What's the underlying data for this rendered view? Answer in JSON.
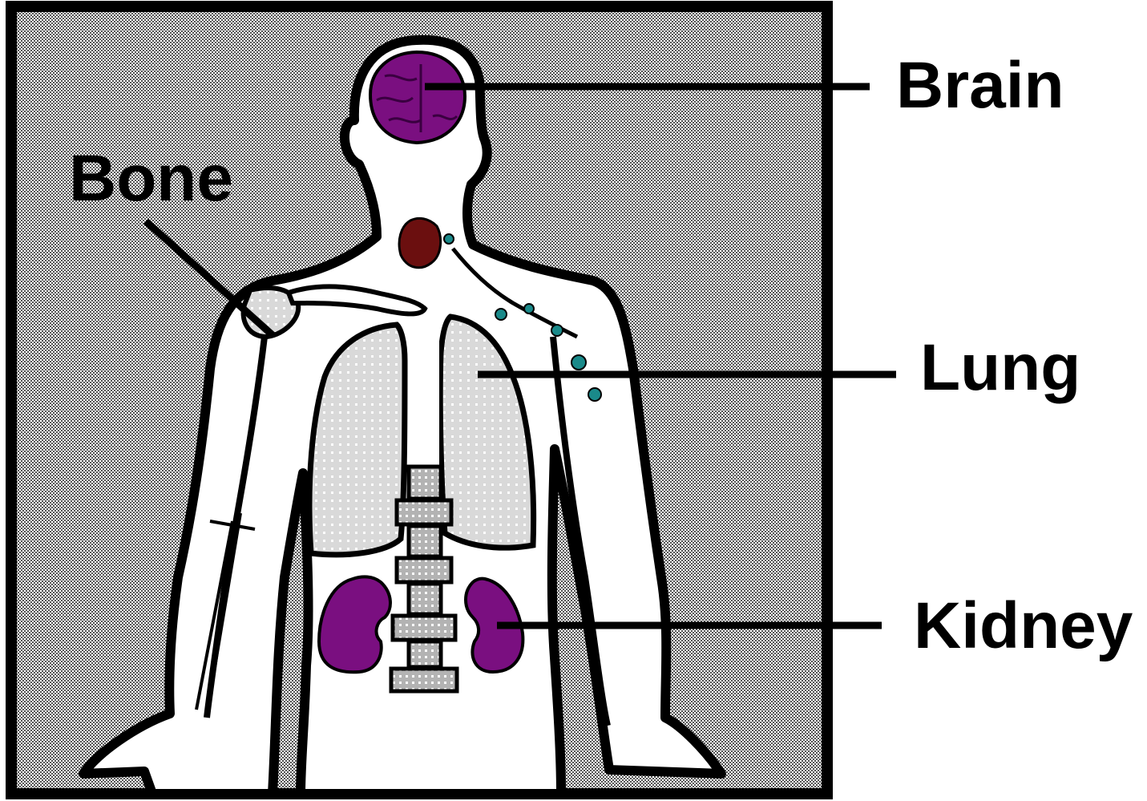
{
  "labels": {
    "brain": "Brain",
    "bone": "Bone",
    "lung": "Lung",
    "kidney": "Kidney"
  },
  "colors": {
    "background_pattern": "#9a9a9a",
    "frame": "#000000",
    "body_fill": "#ffffff",
    "brain": "#7a0f80",
    "kidney": "#7a0f80",
    "thyroid": "#6b0f0f",
    "lymph_nodes": "#1a8a8a",
    "lung_dots": "#bdbdbd",
    "spine": "#9e9e9e"
  }
}
